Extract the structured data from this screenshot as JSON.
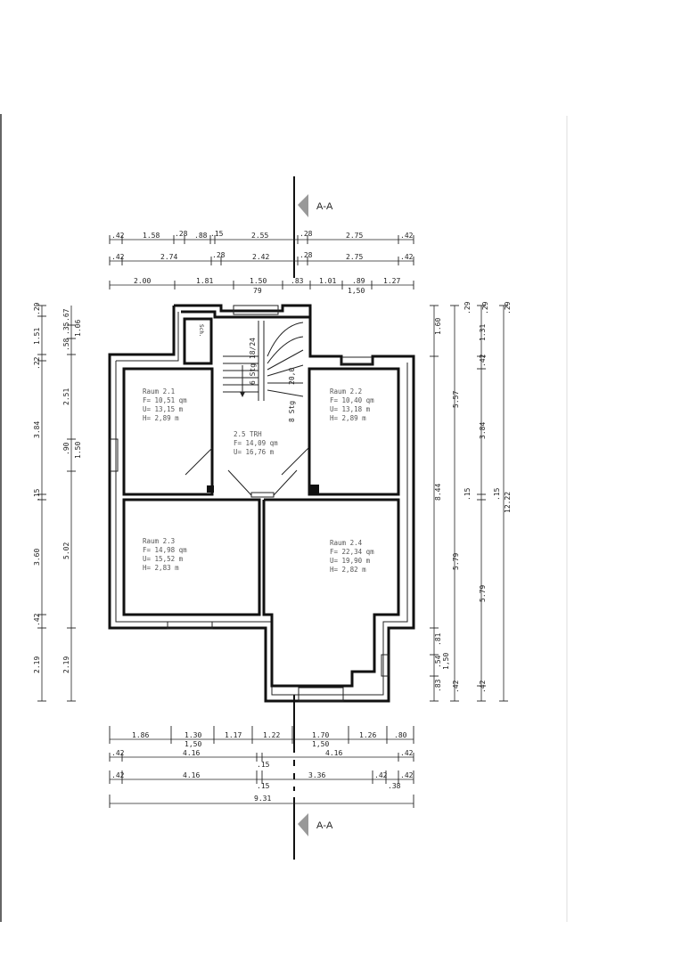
{
  "section_marker": {
    "label": "A-A"
  },
  "rooms": [
    {
      "id": "2.1",
      "name": "Raum 2.1",
      "f": "F= 10,51 qm",
      "u": "U= 13,15 m",
      "h": "H= 2,89 m"
    },
    {
      "id": "2.2",
      "name": "Raum 2.2",
      "f": "F= 10,40 qm",
      "u": "U= 13,18 m",
      "h": "H= 2,89 m"
    },
    {
      "id": "2.3",
      "name": "Raum 2.3",
      "f": "F= 14,98 qm",
      "u": "U= 15,52 m",
      "h": "H= 2,83 m"
    },
    {
      "id": "2.4",
      "name": "Raum 2.4",
      "f": "F= 22,34 qm",
      "u": "U= 19,90 m",
      "h": "H= 2,82 m"
    },
    {
      "id": "2.5",
      "name": "2.5 TRH",
      "f": "F= 14,09 qm",
      "u": "U= 16,76 m",
      "h": ""
    }
  ],
  "stairs": {
    "label_upper": "6 Stg 18/24",
    "label_lower": "8 Stg",
    "label_mid": "20,0"
  },
  "shaft": {
    "label": "Sch."
  },
  "dims_top": {
    "row1": [
      ".42",
      "1.58",
      ".28",
      ".88",
      ".15",
      "2.55",
      ".28",
      "2.75",
      ".42"
    ],
    "row2": [
      ".42",
      "2.74",
      ".28",
      "2.42",
      ".28",
      "2.75",
      ".42"
    ],
    "row3": [
      "2.00",
      "1.81",
      "1.50",
      ".83",
      "1.01",
      ".89",
      "1.27"
    ],
    "row3_sub": [
      "79",
      "1,50"
    ]
  },
  "dims_bottom": {
    "row1": [
      "1.86",
      "1.30",
      "1.17",
      "1.22",
      "1.70",
      "1.26",
      ".80"
    ],
    "row1_sub": [
      "1,50",
      "1,50"
    ],
    "row2": [
      ".42",
      "4.16",
      ".15",
      "4.16",
      ".42"
    ],
    "row3": [
      ".42",
      "4.16",
      ".15",
      "3.36",
      ".42",
      ".42",
      ".38"
    ],
    "total": "9.31"
  },
  "dims_left": {
    "outer": [
      ".29",
      "1.51",
      ".22",
      "3.84",
      ".15",
      "3.60",
      ".42",
      "2.19"
    ],
    "inner": [
      ".35",
      ".67",
      "1.06",
      ".58",
      "2.51",
      ".90",
      "1.50",
      "5.02",
      "2.19"
    ]
  },
  "dims_right": {
    "col1": [
      "1.60",
      "5.57",
      "8.44",
      "5.79",
      ".81",
      ".54",
      "1,50",
      ".83"
    ],
    "col2": [
      ".29",
      ".15",
      ".42"
    ],
    "col3": [
      ".29",
      "1.31",
      ".42",
      "3.84",
      ".15",
      "5.79",
      ".42"
    ],
    "col4": [
      ".29",
      "12.22"
    ]
  }
}
